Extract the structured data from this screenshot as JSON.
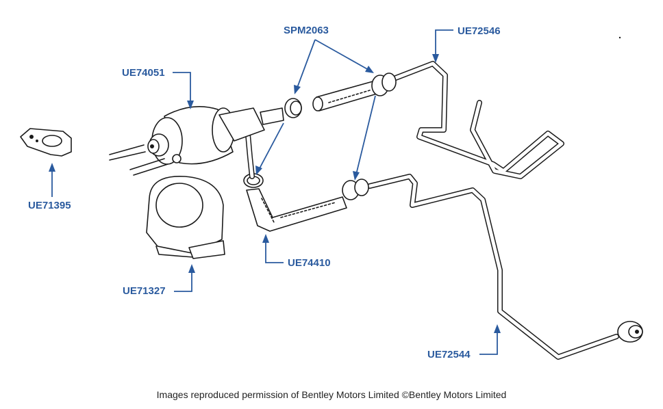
{
  "diagram": {
    "parts": [
      {
        "id": "spm2063",
        "label": "SPM2063"
      },
      {
        "id": "ue72546",
        "label": "UE72546"
      },
      {
        "id": "ue74051",
        "label": "UE74051"
      },
      {
        "id": "ue71395",
        "label": "UE71395"
      },
      {
        "id": "ue74410",
        "label": "UE74410"
      },
      {
        "id": "ue71327",
        "label": "UE71327"
      },
      {
        "id": "ue72544",
        "label": "UE72544"
      }
    ],
    "caption": "Images reproduced permission of Bentley Motors Limited ©Bentley Motors Limited",
    "colors": {
      "label": "#2a5a9e",
      "line": "#1a1a1a"
    }
  }
}
